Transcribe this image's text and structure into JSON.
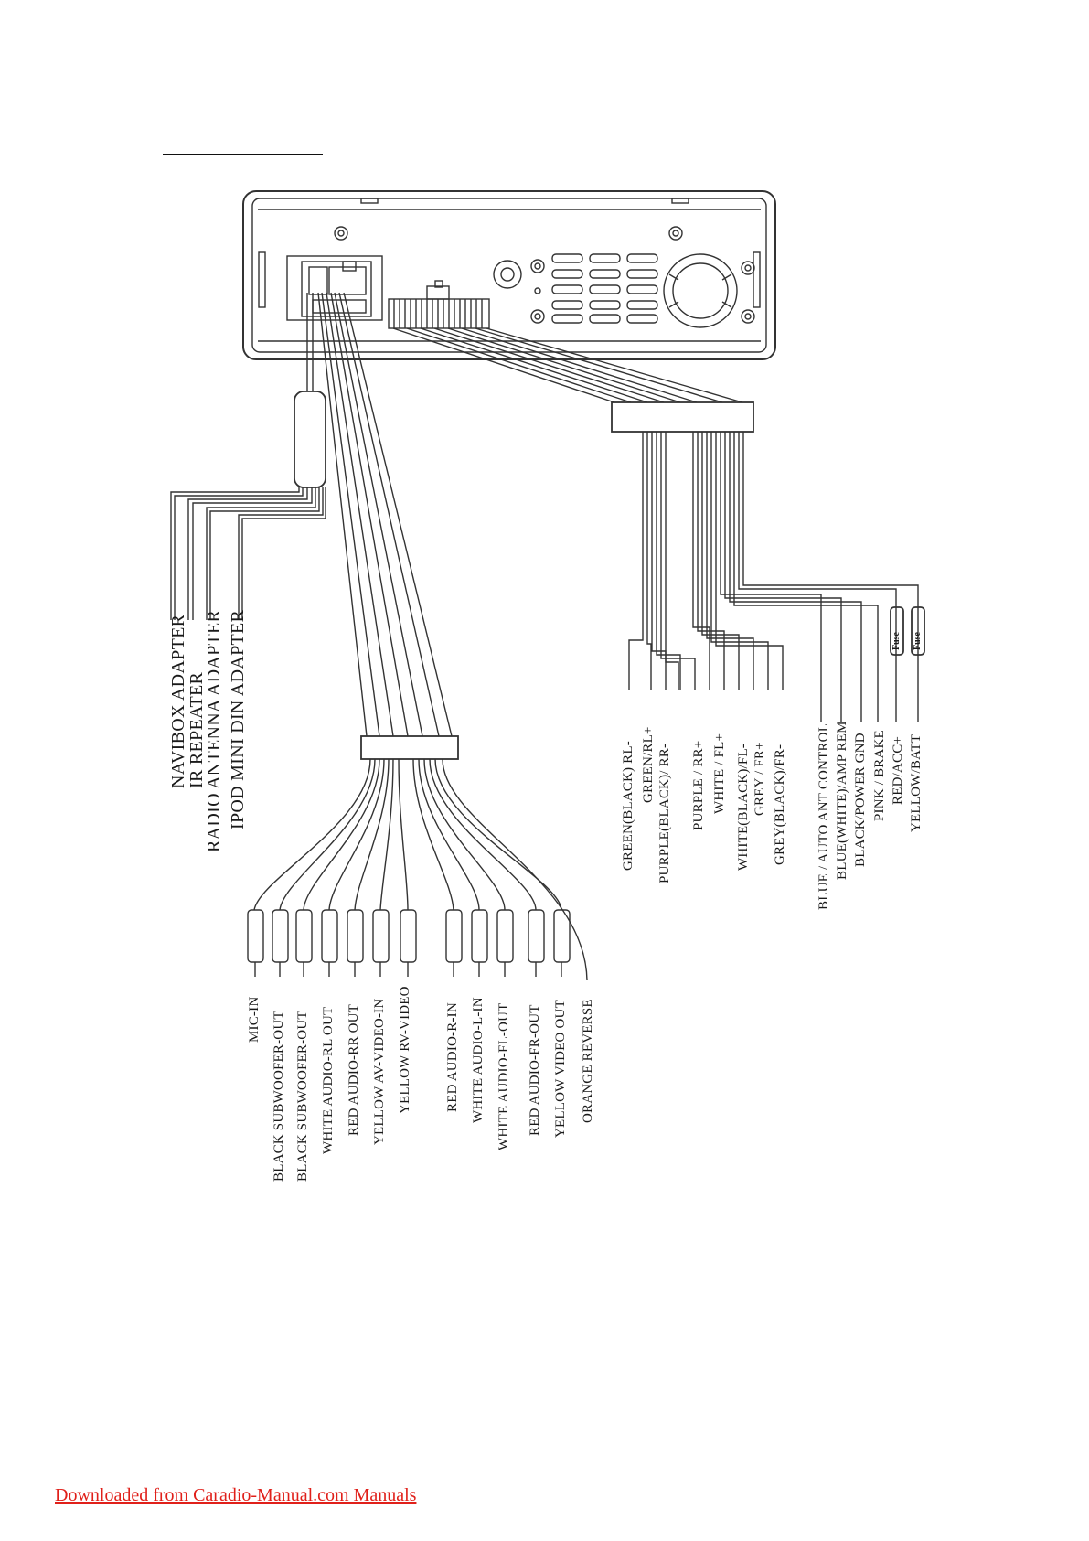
{
  "left_group": {
    "labels": [
      "NAVIBOX  ADAPTER",
      "IR REPEATER",
      "RADIO ANTENNA ADAPTER",
      "IPOD MINI DIN ADAPTER"
    ]
  },
  "rca_group": {
    "labels": [
      "MIC-IN",
      "BLACK  SUBWOOFER-OUT",
      "BLACK  SUBWOOFER-OUT",
      "WHITE  AUDIO-RL OUT",
      "RED  AUDIO-RR OUT",
      "YELLOW AV-VIDEO-IN",
      "YELLOW RV-VIDEO",
      "RED AUDIO-R-IN",
      "WHITE AUDIO-L-IN",
      "WHITE AUDIO-FL-OUT",
      "RED AUDIO-FR-OUT",
      "YELLOW VIDEO OUT",
      "ORANGE REVERSE"
    ]
  },
  "speaker_group": {
    "labels": [
      "GREEN(BLACK) RL-",
      "GREEN/RL+",
      "PURPLE(BLACK)/ RR-",
      "PURPLE / RR+",
      "WHITE / FL+",
      "WHITE(BLACK)/FL-",
      "GREY / FR+",
      "GREY(BLACK)/FR-"
    ]
  },
  "power_group": {
    "labels": [
      "BLUE / AUTO ANT CONTROL",
      "BLUE(WHITE)/AMP REM",
      "BLACK/POWER GND",
      "PINK / BRAKE",
      "RED/ACC+",
      "YELLOW/BATT"
    ],
    "fuse_label": "Fuse"
  },
  "footer": {
    "text": "Downloaded from Caradio-Manual.com Manuals"
  }
}
